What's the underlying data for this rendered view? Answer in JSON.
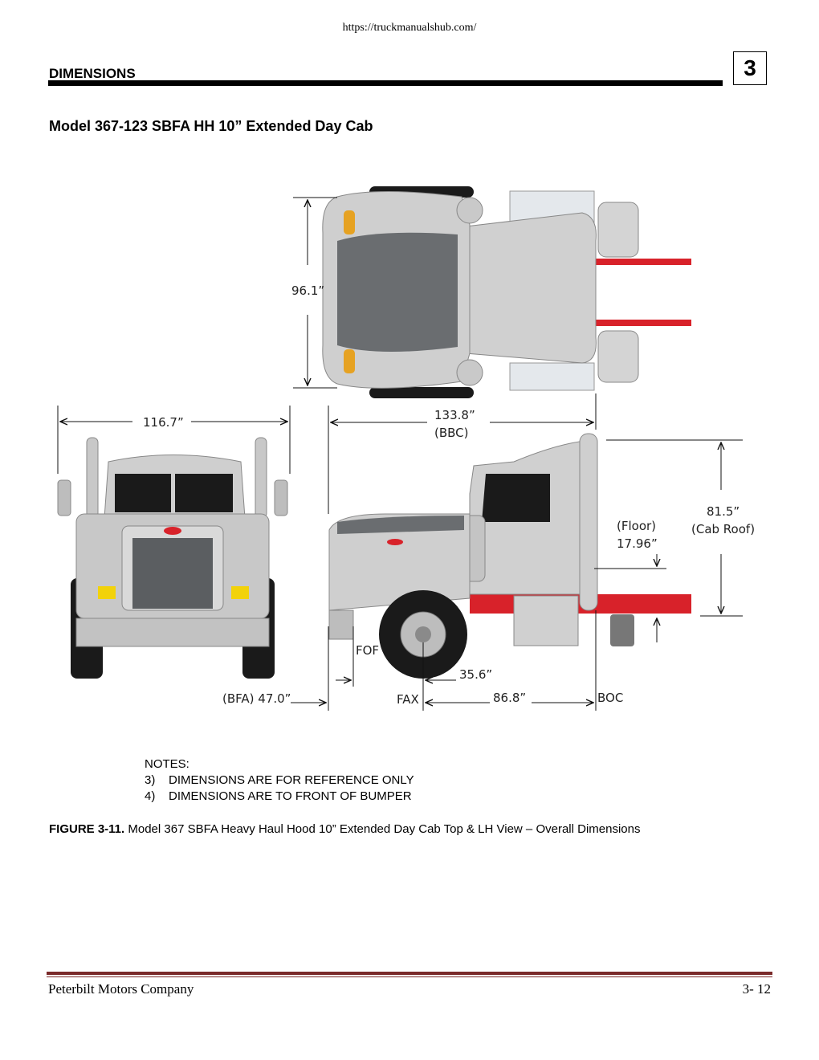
{
  "header": {
    "url": "https://truckmanualshub.com/",
    "section": "DIMENSIONS",
    "chapter": "3"
  },
  "title": "Model 367-123 SBFA HH 10” Extended Day Cab",
  "dimensions": {
    "width_top": "96.1”",
    "front_width": "116.7”",
    "bbc_value": "133.8”",
    "bbc_label": "(BBC)",
    "floor_label": "(Floor)",
    "floor_value": "17.96”",
    "cab_roof_value": "81.5”",
    "cab_roof_label": "(Cab Roof)",
    "fof": "FOF",
    "fof_dim": "35.6”",
    "bfa": "(BFA) 47.0”",
    "fax": "FAX",
    "fax_boc": "86.8”",
    "boc": "BOC"
  },
  "notes": {
    "heading": "NOTES:",
    "items": [
      {
        "num": "3)",
        "text": "DIMENSIONS ARE FOR REFERENCE ONLY"
      },
      {
        "num": "4)",
        "text": "DIMENSIONS ARE TO FRONT OF BUMPER"
      }
    ]
  },
  "caption": {
    "label": "FIGURE 3-11.",
    "text": " Model 367 SBFA Heavy Haul Hood 10” Extended Day Cab Top & LH View – Overall Dimensions"
  },
  "footer": {
    "company": "Peterbilt Motors Company",
    "page": "3- 12"
  },
  "colors": {
    "frame_red": "#d8222a",
    "body_gray": "#c8c8c8",
    "hood_dark": "#6a6d70"
  }
}
